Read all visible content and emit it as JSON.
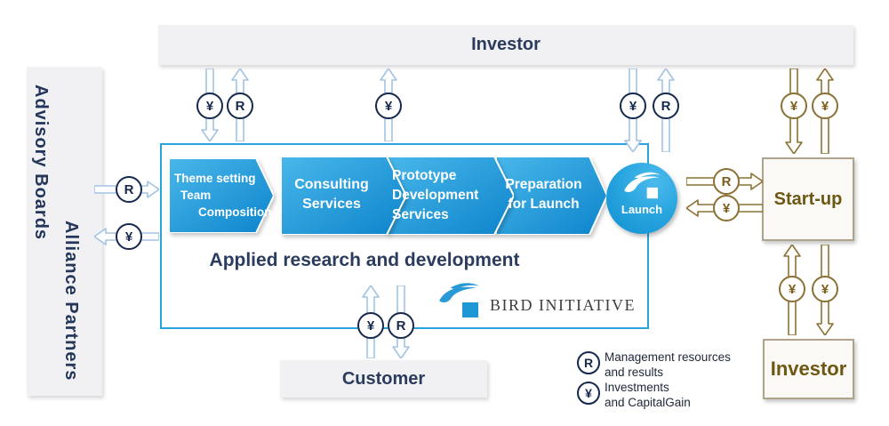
{
  "symbols": {
    "r": "R",
    "yen": "¥"
  },
  "top_bar": {
    "label": "Investor"
  },
  "left_panel": {
    "advisory_label": "Advisory Boards",
    "alliance_label": "Alliance Partners"
  },
  "process": {
    "steps": [
      {
        "lines": [
          "Theme setting",
          "Team",
          "Composition"
        ]
      },
      {
        "lines": [
          "Consulting",
          "Services"
        ]
      },
      {
        "lines": [
          "Prototype",
          "Development",
          "Services"
        ]
      },
      {
        "lines": [
          "Preparation",
          "for Launch"
        ]
      }
    ],
    "launch_label": "Launch",
    "caption": "Applied research and development",
    "brand_name": "BIRD INITIATIVE"
  },
  "customer_bar": {
    "label": "Customer"
  },
  "startup_box": {
    "label": "Start-up"
  },
  "investor_box": {
    "label": "Investor"
  },
  "legend": {
    "r_line1": "Management resources",
    "r_line2": "and results",
    "yen_line1": "Investments",
    "yen_line2": "and CapitalGain"
  },
  "colors": {
    "accent_blue": "#29a3dc",
    "chevron_blue_light": "#49b7ea",
    "chevron_blue_dark": "#0d84cb",
    "navy_text": "#2b3b5e",
    "gold": "#8a7135",
    "panel_gray": "#f1f1f3"
  }
}
